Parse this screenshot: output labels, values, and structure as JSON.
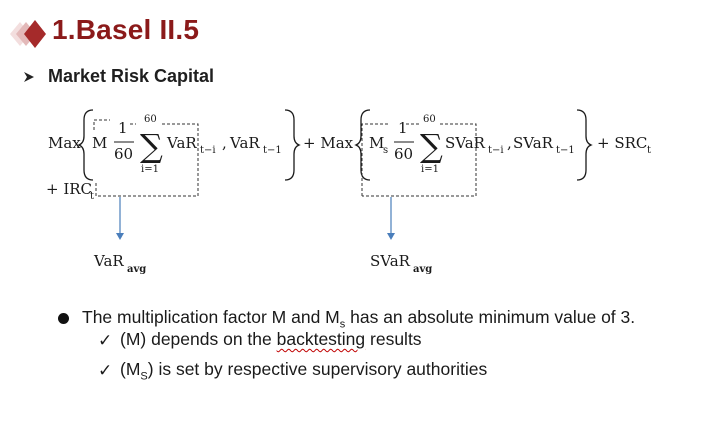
{
  "slide": {
    "title": "1.Basel II.5",
    "subtitle": "Market Risk Capital"
  },
  "formula": {
    "max1": "Max",
    "m1": "M",
    "one1": "1",
    "sixty1": "60",
    "sum_top1": "60",
    "sum_bot1": "i=1",
    "var_ti": "VaR",
    "var_ti_sub": "t−i",
    "comma1": ",",
    "var_t1": "VaR",
    "var_t1_sub": "t−1",
    "plus_max": "+ Max",
    "ms": "M",
    "ms_sub": "s",
    "one2": "1",
    "sixty2": "60",
    "sum_top2": "60",
    "sum_bot2": "i=1",
    "svar_ti": "SVaR",
    "svar_ti_sub": "t−i",
    "svar_t1": "SVaR",
    "svar_t1_sub": "t−1",
    "plus_src": "+ SRC",
    "src_sub": "t",
    "plus_irc": "+ IRC",
    "irc_sub": "t",
    "var_avg": "VaR",
    "var_avg_sub": "avg",
    "svar_avg": "SVaR",
    "svar_avg_sub": "avg"
  },
  "bullets": {
    "main_a": "The multiplication factor M and M",
    "main_sub": "s",
    "main_b": " has an absolute minimum value of 3.",
    "check_mark": "✓",
    "check1_a": "(M) depends on the ",
    "check1_word": "backtesting",
    "check1_b": " results",
    "check2_a": "(M",
    "check2_sub": "S",
    "check2_b": ") is set by respective supervisory authorities"
  },
  "colors": {
    "title": "#8b1a1a",
    "accent_diamond": "#a52a2a",
    "faded_diamond": "#e8c9c9",
    "arrow": "#4a7ebb",
    "spellcheck": "#c00000"
  }
}
